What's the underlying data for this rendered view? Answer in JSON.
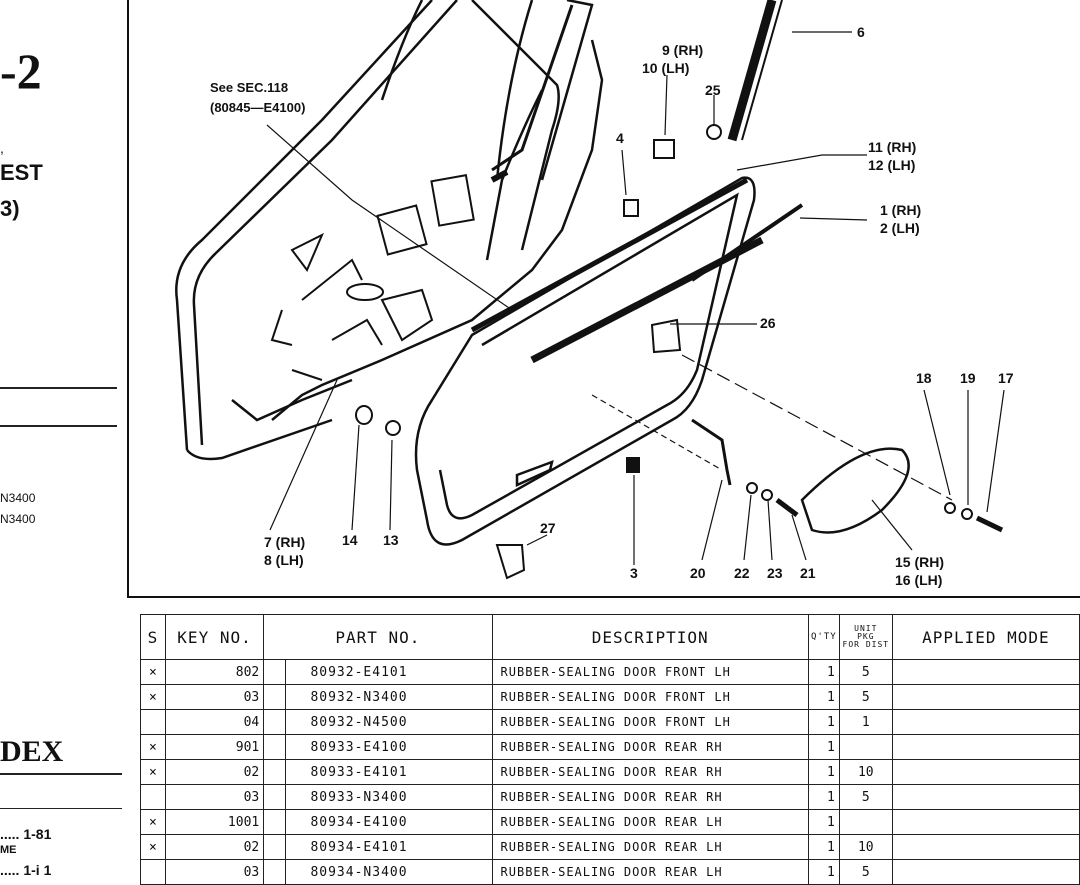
{
  "left_margin": {
    "section_fragment": "-2",
    "comma": ",",
    "est": "EST",
    "b3": "3)",
    "note1": "N3400",
    "note2": "N3400",
    "index_title": "DEX",
    "index1": "..... 1-81",
    "index2": "ME",
    "index3": "..... 1-i 1"
  },
  "diagram": {
    "see_sec": "See SEC.118",
    "see_sec_part": "(80845—E4100)",
    "labels": {
      "l6": "6",
      "l9": "9 (RH)",
      "l10": "10 (LH)",
      "l25": "25",
      "l4": "4",
      "l11": "11 (RH)",
      "l12": "12 (LH)",
      "l1": "1 (RH)",
      "l2": "2 (LH)",
      "l26": "26",
      "l18": "18",
      "l19": "19",
      "l17": "17",
      "l7": "7 (RH)",
      "l8": "8 (LH)",
      "l14": "14",
      "l13": "13",
      "l27": "27",
      "l3": "3",
      "l20": "20",
      "l22": "22",
      "l23": "23",
      "l21": "21",
      "l15": "15 (RH)",
      "l16": "16 (LH)"
    }
  },
  "table": {
    "headers": {
      "s": "S",
      "key": "KEY NO.",
      "part": "PART   NO.",
      "desc": "DESCRIPTION",
      "qty": "Q'TY",
      "unit1": "UNIT",
      "unit2": "PKG",
      "unit3": "FOR DIST",
      "applied": "APPLIED MODE"
    },
    "rows": [
      {
        "s": "×",
        "key": "802",
        "part": "80932-E4101",
        "desc": "RUBBER-SEALING DOOR FRONT LH",
        "qty": "1",
        "unit": "5"
      },
      {
        "s": "×",
        "key": "03",
        "part": "80932-N3400",
        "desc": "RUBBER-SEALING DOOR FRONT LH",
        "qty": "1",
        "unit": "5"
      },
      {
        "s": "",
        "key": "04",
        "part": "80932-N4500",
        "desc": "RUBBER-SEALING DOOR FRONT LH",
        "qty": "1",
        "unit": "1"
      },
      {
        "s": "×",
        "key": "901",
        "part": "80933-E4100",
        "desc": "RUBBER-SEALING DOOR REAR RH",
        "qty": "1",
        "unit": ""
      },
      {
        "s": "×",
        "key": "02",
        "part": "80933-E4101",
        "desc": "RUBBER-SEALING DOOR REAR RH",
        "qty": "1",
        "unit": "10"
      },
      {
        "s": "",
        "key": "03",
        "part": "80933-N3400",
        "desc": "RUBBER-SEALING DOOR REAR RH",
        "qty": "1",
        "unit": "5"
      },
      {
        "s": "×",
        "key": "1001",
        "part": "80934-E4100",
        "desc": "RUBBER-SEALING DOOR REAR LH",
        "qty": "1",
        "unit": ""
      },
      {
        "s": "×",
        "key": "02",
        "part": "80934-E4101",
        "desc": "RUBBER-SEALING DOOR REAR LH",
        "qty": "1",
        "unit": "10"
      },
      {
        "s": "",
        "key": "03",
        "part": "80934-N3400",
        "desc": "RUBBER-SEALING DOOR REAR LH",
        "qty": "1",
        "unit": "5"
      }
    ]
  }
}
